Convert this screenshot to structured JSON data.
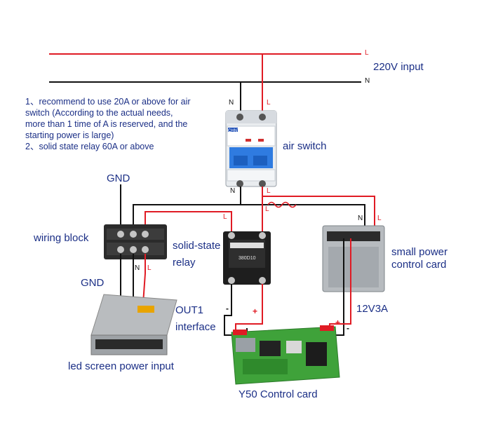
{
  "labels": {
    "input_voltage": "220V input",
    "air_switch": "air switch",
    "gnd_top": "GND",
    "wiring_block": "wiring block",
    "gnd_left": "GND",
    "solid_state_relay_line1": "solid-state",
    "solid_state_relay_line2": "relay",
    "small_power_line1": "small power",
    "small_power_line2": "control card",
    "out1_line1": "OUT1",
    "out1_line2": "interface",
    "supply_rating": "12V3A",
    "led_power": "led screen power input",
    "control_card": "Y50 Control card"
  },
  "notes": [
    "1、recommend to use 20A or above for air",
    "switch (According to the actual needs,",
    "more than 1 time of A is reserved, and the",
    "starting power is large)",
    "2、solid state relay 60A or above"
  ],
  "wire_tags": {
    "live": "L",
    "neutral": "N",
    "plus": "+",
    "minus": "-"
  },
  "devices": {
    "breaker_brand": "CHNT",
    "relay_model": "380D10"
  },
  "colors": {
    "live_wire": "#e01b24",
    "neutral_wire": "#111111",
    "label_text": "#1b2f86"
  }
}
